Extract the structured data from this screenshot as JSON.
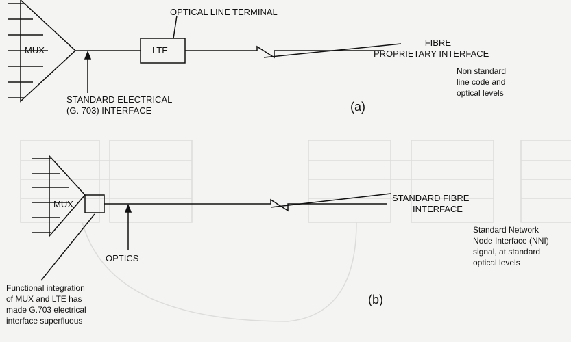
{
  "diagram_a": {
    "mux_label": "MUX",
    "lte_label": "LTE",
    "optical_line_terminal": "OPTICAL LINE TERMINAL",
    "fibre_interface_line1": "FIBRE",
    "fibre_interface_line2": "PROPRIETARY INTERFACE",
    "nonstandard_line1": "Non standard",
    "nonstandard_line2": "line code and",
    "nonstandard_line3": "optical levels",
    "electrical_line1": "STANDARD ELECTRICAL",
    "electrical_line2": "(G. 703) INTERFACE",
    "caption": "(a)"
  },
  "diagram_b": {
    "mux_label": "MUX",
    "std_fibre_line1": "STANDARD FIBRE",
    "std_fibre_line2": "INTERFACE",
    "nni_line1": "Standard Network",
    "nni_line2": "Node Interface (NNI)",
    "nni_line3": "signal, at standard",
    "nni_line4": "optical levels",
    "optics_label": "OPTICS",
    "functional_line1": "Functional integration",
    "functional_line2": "of MUX and LTE has",
    "functional_line3": "made G.703 electrical",
    "functional_line4": "interface superfluous",
    "caption": "(b)"
  },
  "colors": {
    "ink": "#111111",
    "ghost": "#d8d8d6",
    "background": "#f4f4f2"
  }
}
